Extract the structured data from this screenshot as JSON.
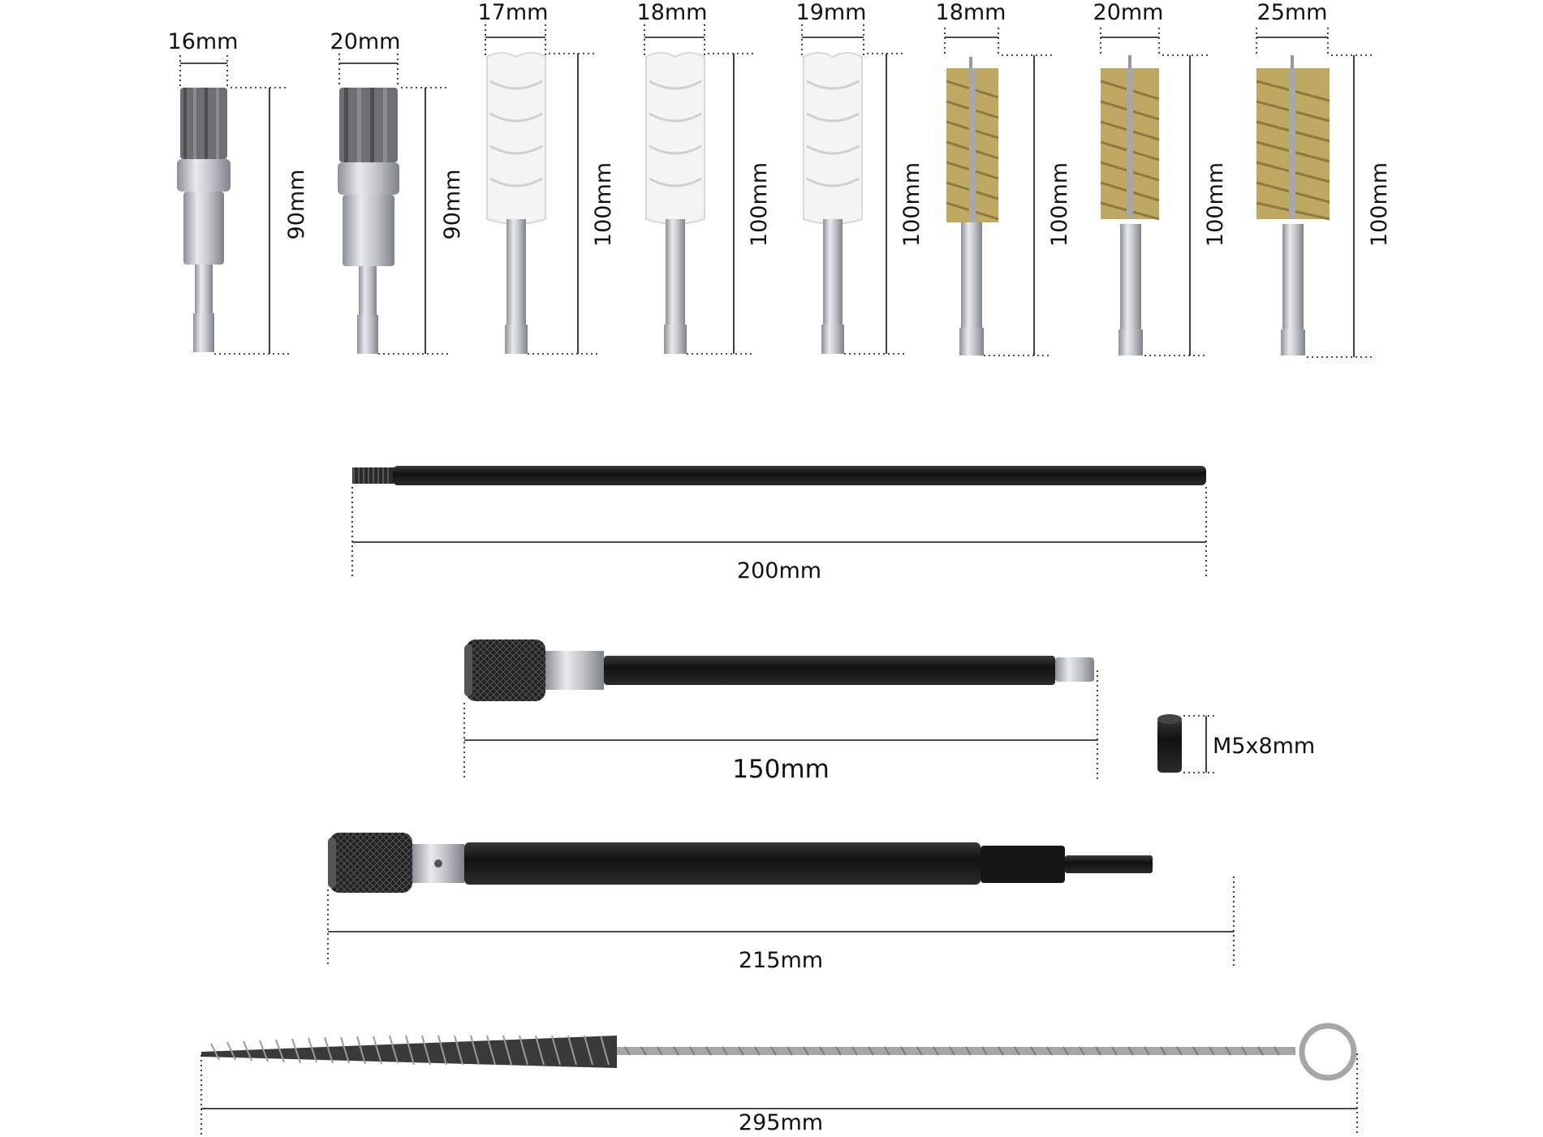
{
  "brushes": [
    {
      "width_label": "16mm",
      "length_label": "90mm",
      "kind": "end-brush",
      "color": "#6d6f72"
    },
    {
      "width_label": "20mm",
      "length_label": "90mm",
      "kind": "end-brush",
      "color": "#6d6f72"
    },
    {
      "width_label": "17mm",
      "length_label": "100mm",
      "kind": "nylon",
      "color": "#f4f4f4"
    },
    {
      "width_label": "18mm",
      "length_label": "100mm",
      "kind": "nylon",
      "color": "#f4f4f4"
    },
    {
      "width_label": "19mm",
      "length_label": "100mm",
      "kind": "nylon",
      "color": "#f4f4f4"
    },
    {
      "width_label": "18mm",
      "length_label": "100mm",
      "kind": "brass",
      "color": "#bfa862"
    },
    {
      "width_label": "20mm",
      "length_label": "100mm",
      "kind": "brass",
      "color": "#bfa862"
    },
    {
      "width_label": "25mm",
      "length_label": "100mm",
      "kind": "brass",
      "color": "#bfa862"
    }
  ],
  "rods": [
    {
      "name": "extension-rod",
      "length_label": "200mm"
    },
    {
      "name": "quick-release-extension",
      "length_label": "150mm"
    },
    {
      "name": "flexible-extension",
      "length_label": "215mm"
    },
    {
      "name": "twisted-wire-brush",
      "length_label": "295mm"
    }
  ],
  "adapter": {
    "size_label": "M5x8mm"
  },
  "colors": {
    "steel": "#b8bcc2",
    "black": "#1c1c1c",
    "brass": "#bfa862",
    "nylon": "#f4f4f4",
    "ink": "#111111"
  }
}
